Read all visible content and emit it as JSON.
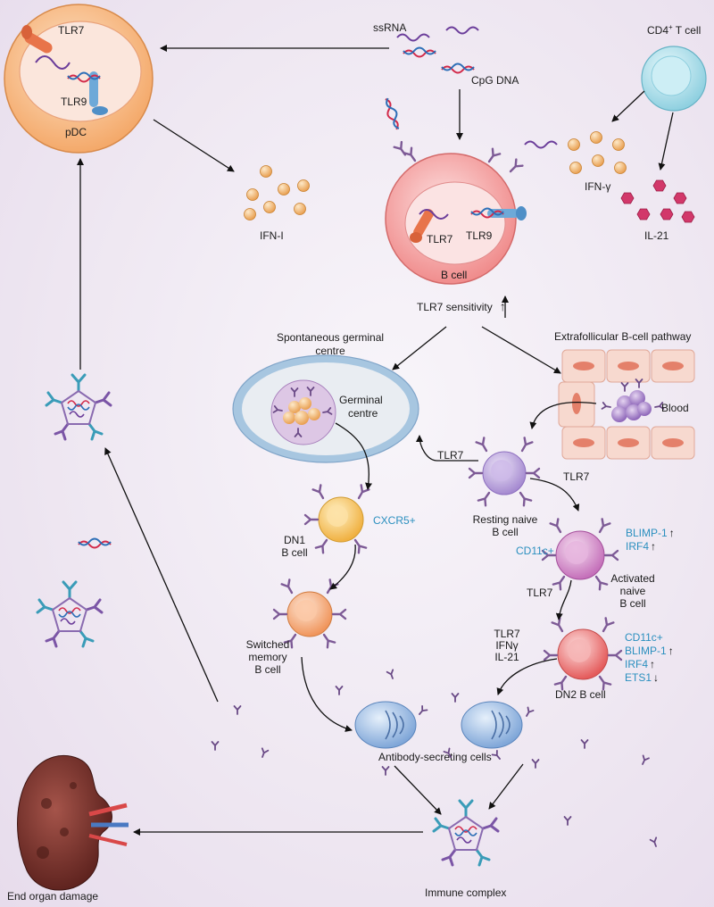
{
  "pdc": {
    "label": "pDC",
    "tlr7": "TLR7",
    "tlr9": "TLR9"
  },
  "ligands": {
    "ssrna": "ssRNA",
    "cpg_dna": "CpG DNA"
  },
  "tcell": {
    "label_a": "CD4",
    "label_sup": "+",
    "label_b": " T cell"
  },
  "cytokines": {
    "ifn_gamma": "IFN-γ",
    "il21": "IL-21",
    "ifn_i": "IFN-I"
  },
  "bcell": {
    "label": "B cell",
    "tlr7": "TLR7",
    "tlr9": "TLR9",
    "sensitivity": "TLR7 sensitivity",
    "sensitivity_arrow": "↑"
  },
  "gc": {
    "title_line1": "Spontaneous germinal",
    "title_line2": "centre",
    "inner_line1": "Germinal",
    "inner_line2": "centre"
  },
  "ef": {
    "title": "Extrafollicular B-cell pathway",
    "blood": "Blood"
  },
  "resting": {
    "line1": "Resting naive",
    "line2": "B cell"
  },
  "edges": {
    "tlr7_gc": "TLR7",
    "tlr7_activated": "TLR7",
    "tlr7_dn2": "TLR7"
  },
  "activated": {
    "cd11c": "CD11c+",
    "blimp1": "BLIMP-1",
    "blimp1_arrow": "↑",
    "irf4": "IRF4",
    "irf4_arrow": "↑",
    "line1": "Activated",
    "line2": "naive",
    "line3": "B cell"
  },
  "dn2": {
    "label": "DN2 B cell",
    "cd11c": "CD11c+",
    "blimp1": "BLIMP-1",
    "blimp1_arrow": "↑",
    "irf4": "IRF4",
    "irf4_arrow": "↑",
    "ets1": "ETS1",
    "ets1_arrow": "↓",
    "stim1": "TLR7",
    "stim2": "IFNγ",
    "stim3": "IL-21"
  },
  "dn1": {
    "cxcr5": "CXCR5+",
    "line1": "DN1",
    "line2": "B cell"
  },
  "switched": {
    "line1": "Switched",
    "line2": "memory",
    "line3": "B cell"
  },
  "asc": {
    "label": "Antibody-secreting cells"
  },
  "complex": {
    "label": "Immune complex"
  },
  "kidney": {
    "label": "End organ damage"
  }
}
